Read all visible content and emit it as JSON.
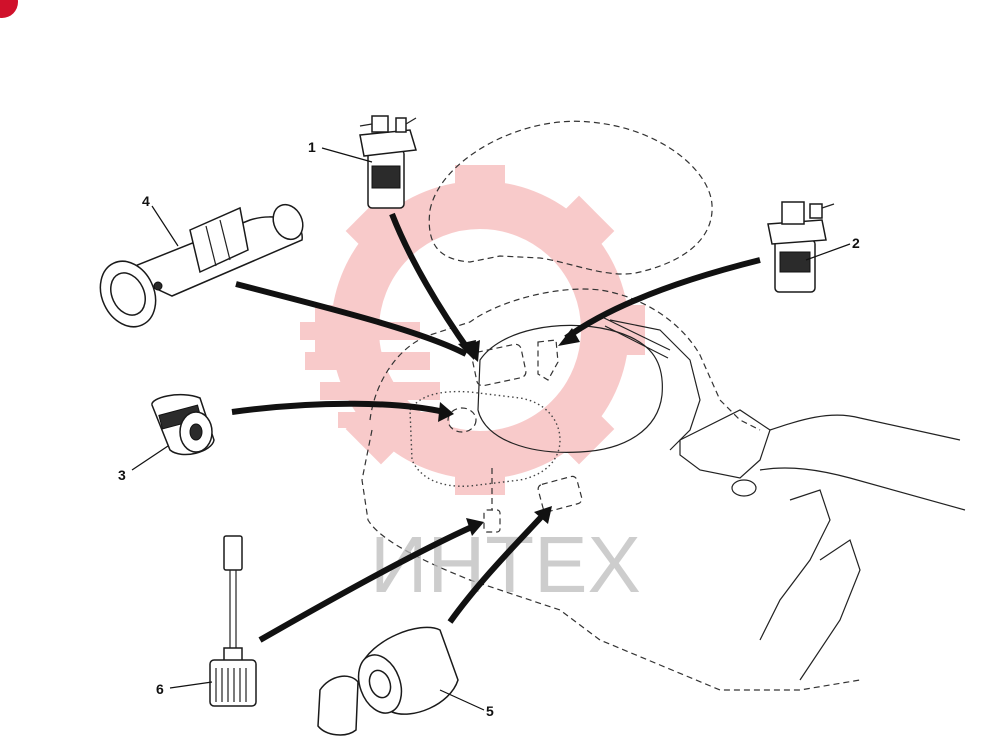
{
  "diagram": {
    "callouts": [
      {
        "id": "1",
        "label": "1"
      },
      {
        "id": "2",
        "label": "2"
      },
      {
        "id": "3",
        "label": "3"
      },
      {
        "id": "4",
        "label": "4"
      },
      {
        "id": "5",
        "label": "5"
      },
      {
        "id": "6",
        "label": "6"
      }
    ],
    "watermark": {
      "text": "ИНТЕХ",
      "color": "#bdbdbd",
      "logo_color": "#f08c8c"
    },
    "corner_badge_color": "#d0112b"
  }
}
